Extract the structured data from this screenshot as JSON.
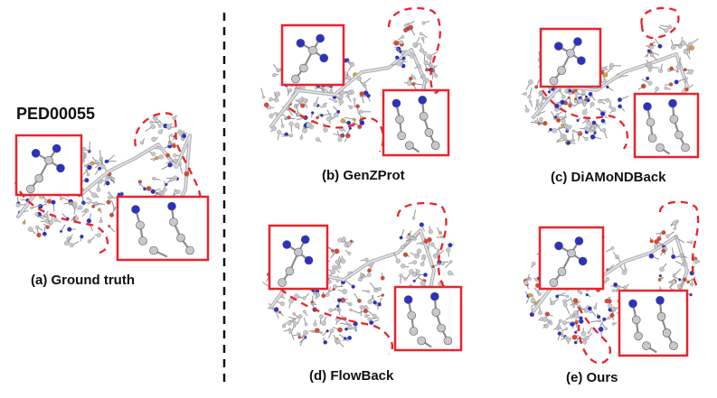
{
  "protein_id": "PED00055",
  "panels": [
    {
      "key": "a",
      "caption": "(a) Ground truth"
    },
    {
      "key": "b",
      "caption": "(b) GenZProt"
    },
    {
      "key": "c",
      "caption": "(c) DiAMoNDBack"
    },
    {
      "key": "d",
      "caption": "(d) FlowBack"
    },
    {
      "key": "e",
      "caption": "(e) Ours"
    }
  ],
  "colors": {
    "highlight": "#e8242b",
    "divider": "#111111",
    "carbon": "#c8c8cc",
    "nitrogen": "#2a31c8",
    "oxygen": "#d8482e",
    "sulfur": "#d4a23a",
    "backbone": "#b4b4ba"
  }
}
